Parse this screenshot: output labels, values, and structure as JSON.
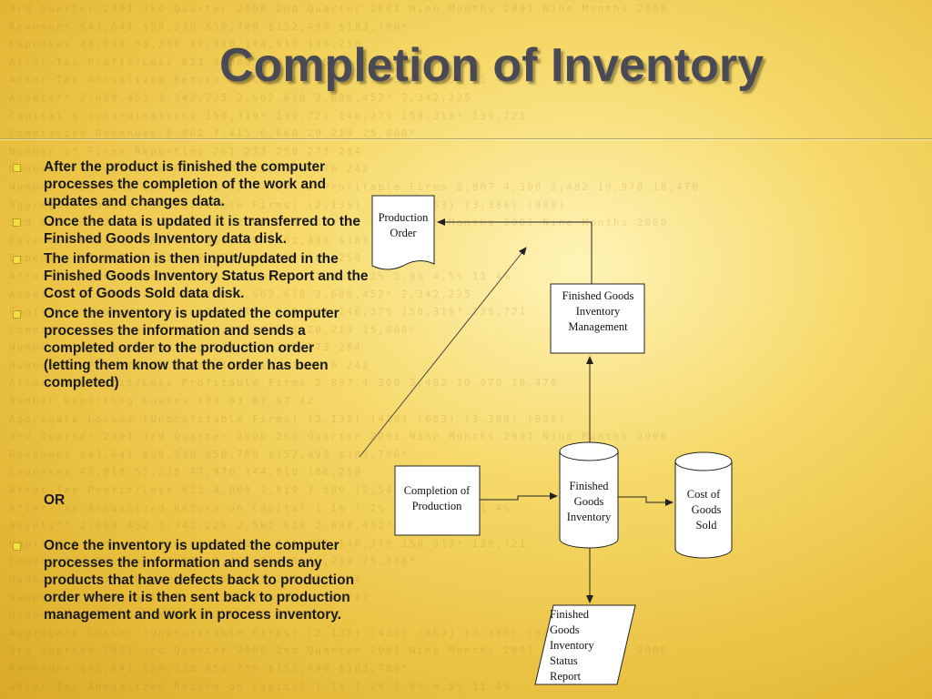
{
  "slide": {
    "title": "Completion of Inventory",
    "bullets": [
      "After the product is finished the computer processes the completion of the work and updates and changes data.",
      "Once the data is updated it is transferred to the Finished Goods Inventory data disk.",
      "The information is then input/updated in the Finished Goods Inventory Status Report and the Cost of Goods Sold data disk.",
      "Once the inventory is updated the computer processes the information and sends a completed order to the production order",
      "(letting them know that the order has been completed)"
    ],
    "or_label": "OR",
    "bullets2": [
      "Once the inventory is updated the computer processes the information and sends any products that have defects back to production order where it is then sent back to production management and work in process inventory."
    ]
  },
  "flowchart": {
    "production_order": [
      "Production",
      "Order"
    ],
    "fgi_management": [
      "Finished Goods",
      "Inventory",
      "Management"
    ],
    "completion_of_production": [
      "Completion of",
      "Production"
    ],
    "fgi_disk": [
      "Finished",
      "Goods",
      "Inventory"
    ],
    "cogs_disk": [
      "Cost of",
      "Goods",
      "Sold"
    ],
    "fgi_status_report": [
      "Finished",
      "Goods",
      "Inventory",
      "Status",
      "Report"
    ]
  },
  "background_lines": [
    "3rd Quarter 2001 3rd Quarter 2000 2nd Quarter 2001 Nine Months 2001 Nine Months 2000",
    "Revenues $43,641 $59,338 $50,789 $152,499 $183,706*",
    "Expenses 43,018 55,338 47,970 144,910 186,250",
    "After-Tax Profit/Loss 623 4,000 2,819 7,589 (2,544)",
    "After-Tax Annualized Return on Capital 1.1% 7.2% 5.0% 4.5% 11.4%",
    "Assets** 2,680,452 2,342,225 2,562,618 2,680,452* 2,342,225",
    "Capital & Subordinations 150,319* 139,721 146,379 150,319* 139,721",
    "Commission Revenues 6,062 7,415 6,668 20,219 25,868*",
    "Number of Firms Reporting 261 273 258 273 284",
    "Number of Profitable Firms 158 210 171 176 242",
    "Number Reporting Losses 103 63 87 97 42 Profitable Firms 2,807 4,300 3,482 10,970 18,470",
    "Aggregate Losses (Unprofitable Firms) (2,135) (428) (663) (3,388) (989)",
    "3rd Quarter 2001 3rd Quarter 2000 2nd Quarter 2001 Nine Months 2001 Nine Months 2000",
    "Revenues $43,641 $59,338 $50,789 $152,499 $183,706*",
    "Expenses 43,018 55,338 47,970 144,910 186,250",
    "After-Tax Annualized Return on Capital 1.1% 7.2% 5.0% 4.5% 11.4%",
    "Assets** 2,680,452 2,342,225 2,562,618 2,680,452* 2,342,225",
    "Capital & Subordinations 150,319* 139,721 146,379 150,319* 139,721",
    "Commission Revenues 6,062 7,415 6,668 20,219 25,868*",
    "Number of Firms Reporting 261 273 258 273 284",
    "Number of Profitable Firms 158 210 171 176 242",
    "After-Tax Profit/Loss Profitable Firms 2,807 4,300 3,482 10,970 18,470",
    "Number Reporting Losses 103 63 87 97 42",
    "Aggregate Losses (Unprofitable Firms) (2,135) (428) (663) (3,388) (989)",
    "3rd Quarter 2001 3rd Quarter 2000 2nd Quarter 2001 Nine Months 2001 Nine Months 2000",
    "Revenues $43,641 $59,338 $50,789 $152,499 $183,706*",
    "Expenses 43,018 55,338 47,970 144,910 186,250",
    "After-Tax Profit/Loss 623 4,000 2,819 7,589 (2,544)",
    "After-Tax Annualized Return on Capital 1.1% 7.2% 5.0% 4.5% 11.4%",
    "Assets** 2,680,452 2,342,225 2,562,618 2,680,452* 2,342,225",
    "Capital & Subordinations 150,319* 139,721 146,379 150,319* 139,721",
    "Commission Revenues 6,062 7,415 6,668 20,219 25,868*",
    "Number of Firms Reporting 261 273 258 273 284",
    "Number of Profitable Firms 158 210 171 176 242",
    "Number Reporting Losses 103 63 87 97 42",
    "Aggregate Losses (Unprofitable Firms) (2,135) (428) (663) (3,388) (989)",
    "3rd Quarter 2001 3rd Quarter 2000 2nd Quarter 2001 Nine Months 2001 Nine Months 2000",
    "Revenues $43,641 $59,338 $50,789 $152,499 $183,706*",
    "After-Tax Annualized Return on Capital 1.1% 7.2% 5.0% 4.5% 11.4%"
  ]
}
